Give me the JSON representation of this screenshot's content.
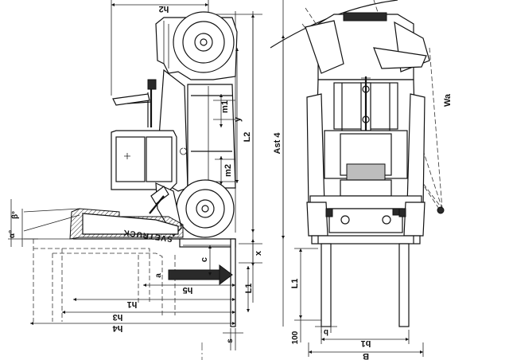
{
  "side_view": {
    "brand": "SVETRUCK",
    "labels": {
      "h2": "h2",
      "m1": "m1",
      "y": "y",
      "L2": "L2",
      "m2": "m2",
      "x": "x",
      "c": "c",
      "L1": "L1",
      "a": "a",
      "h5": "h5",
      "h1": "h1",
      "h3": "h3",
      "h4": "h4",
      "s": "s",
      "alpha": "α°",
      "beta": "β°"
    }
  },
  "front_view": {
    "labels": {
      "Wa": "Wa",
      "Ast4": "Ast 4",
      "L1": "L1",
      "b": "b",
      "e100": "100",
      "b1": "b1",
      "B": "B"
    }
  }
}
